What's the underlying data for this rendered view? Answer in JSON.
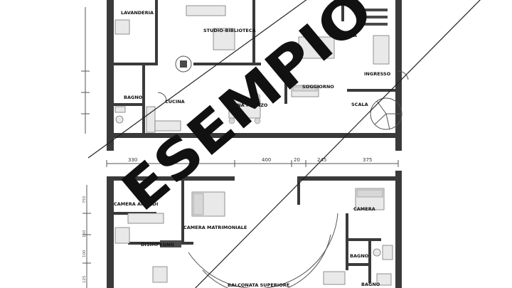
{
  "watermark": "ESEMPIO",
  "upper_floor": {
    "rooms": [
      "LAVANDERIA",
      "STUDIO-BIBLIOTECA",
      "SALA",
      "INGRESSO",
      "SOGGIORNO",
      "BAGNO",
      "CUCINA",
      "ZONA PRANZO",
      "SCALA"
    ]
  },
  "dimensions": [
    "330",
    "400",
    "20",
    "245",
    "375"
  ],
  "lower_floor": {
    "rooms": [
      "CAMERA ARMADI",
      "CAMERA MATRIMONIALE",
      "DISIMPEGNO",
      "CAMERA",
      "BAGNO",
      "BALCONATA SUPERIORE",
      "BAGNO"
    ]
  },
  "side_dimensions": [
    "755",
    "160",
    "100",
    "125"
  ],
  "colors": {
    "wall": "#3a3a3a",
    "watermark_text": "#111111",
    "watermark_band": "#222222"
  }
}
